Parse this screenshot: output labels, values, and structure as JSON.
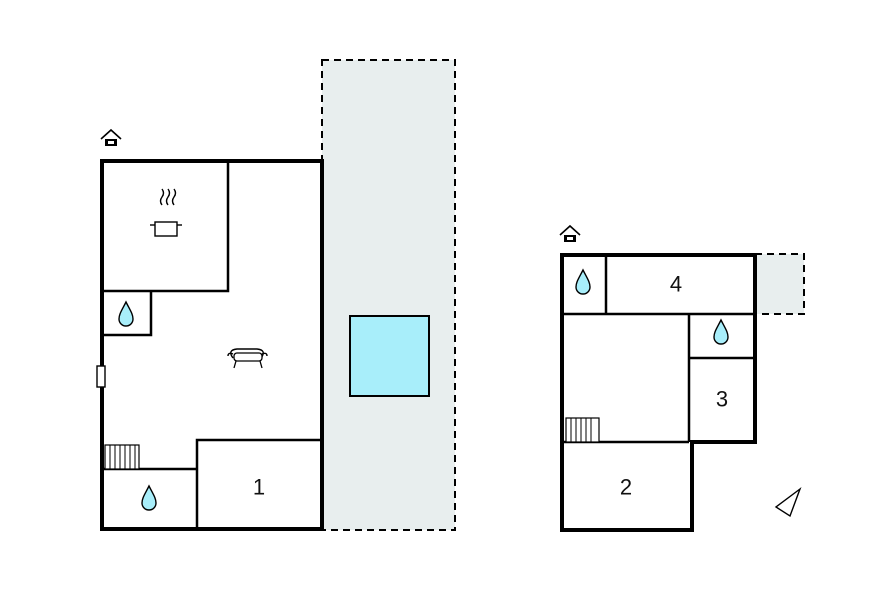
{
  "floor_plan": {
    "ground_floor": {
      "rooms": [
        {
          "id": "room-1",
          "label": "1"
        }
      ]
    },
    "upper_floor": {
      "rooms": [
        {
          "id": "room-2",
          "label": "2"
        },
        {
          "id": "room-3",
          "label": "3"
        },
        {
          "id": "room-4",
          "label": "4"
        }
      ]
    },
    "icons": [
      "entrance-icon",
      "kitchen-icon",
      "water-drop-icon",
      "sofa-icon",
      "stairs-icon",
      "pool",
      "terrace",
      "north-arrow-icon"
    ],
    "colors": {
      "pool": "#a8eefa",
      "terrace": "#e8eeee",
      "wall": "#000000"
    }
  }
}
